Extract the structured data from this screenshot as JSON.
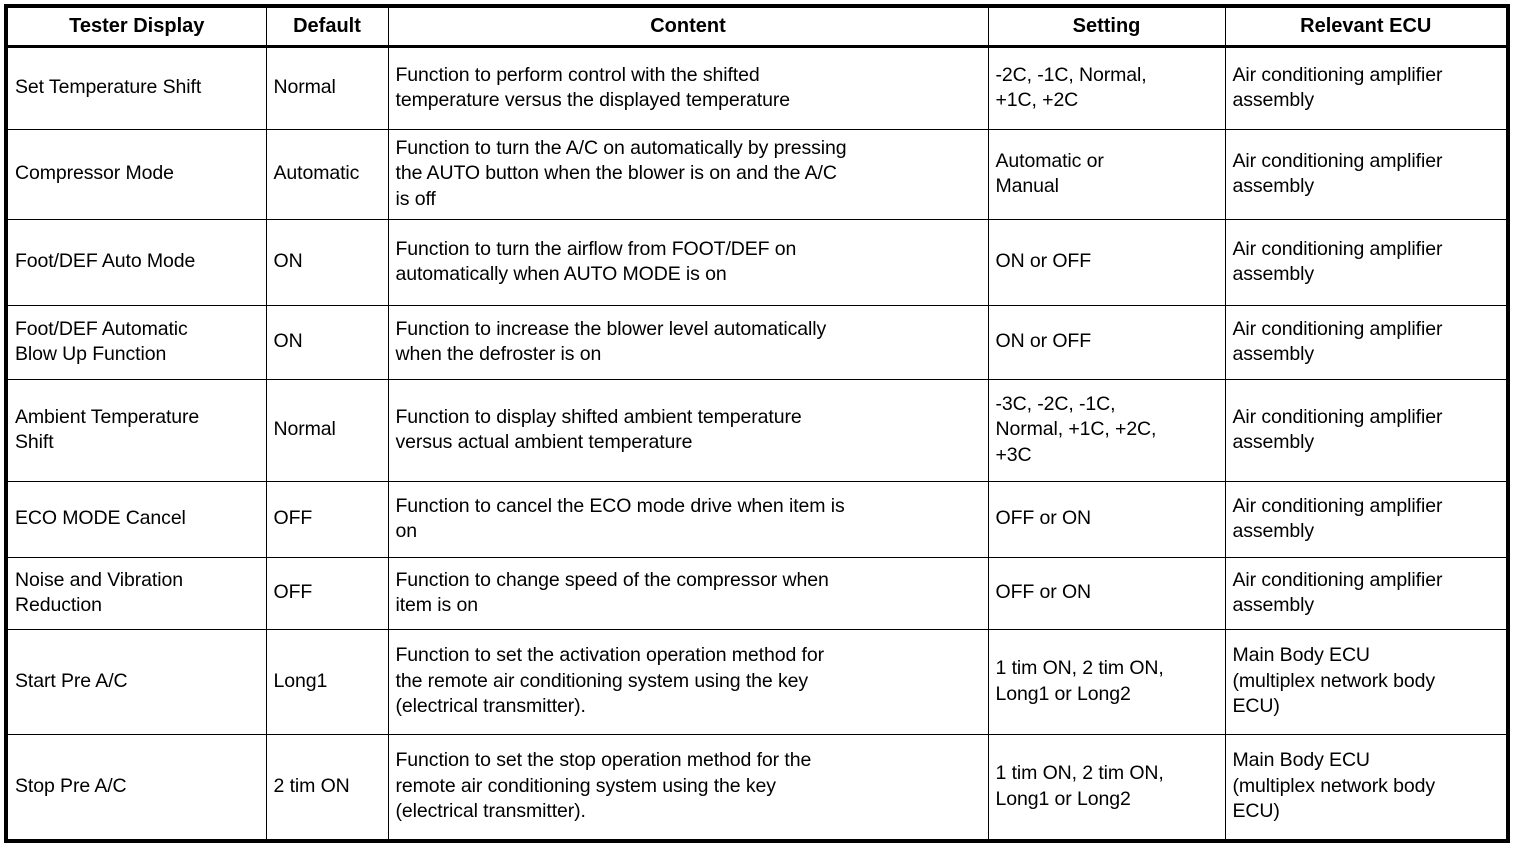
{
  "table": {
    "headers": [
      {
        "label": "Tester Display",
        "key": "display"
      },
      {
        "label": "Default",
        "key": "default"
      },
      {
        "label": "Content",
        "key": "content"
      },
      {
        "label": "Setting",
        "key": "setting"
      },
      {
        "label": "Relevant ECU",
        "key": "ecu"
      }
    ],
    "rows": [
      {
        "display": "Set Temperature Shift",
        "default": "Normal",
        "content": "Function to perform control with the shifted\ntemperature versus the displayed temperature",
        "setting": "-2C, -1C, Normal,\n+1C, +2C",
        "ecu": "Air conditioning amplifier\nassembly"
      },
      {
        "display": "Compressor Mode",
        "default": "Automatic",
        "content": "Function to turn the A/C on automatically by pressing\nthe AUTO button when the blower is on and the A/C\nis off",
        "setting": "Automatic or\nManual",
        "ecu": "Air conditioning amplifier\nassembly"
      },
      {
        "display": "Foot/DEF Auto Mode",
        "default": "ON",
        "content": "Function to turn the airflow from FOOT/DEF on\nautomatically when AUTO MODE is on",
        "setting": "ON or OFF",
        "ecu": "Air conditioning amplifier\nassembly"
      },
      {
        "display": "Foot/DEF Automatic\nBlow Up Function",
        "default": "ON",
        "content": "Function to increase the blower level automatically\nwhen the defroster is on",
        "setting": "ON or OFF",
        "ecu": "Air conditioning amplifier\nassembly"
      },
      {
        "display": "Ambient Temperature\nShift",
        "default": "Normal",
        "content": "Function to display shifted ambient temperature\nversus actual ambient temperature",
        "setting": "-3C, -2C, -1C,\nNormal, +1C, +2C,\n+3C",
        "ecu": "Air conditioning amplifier\nassembly"
      },
      {
        "display": "ECO MODE Cancel",
        "default": "OFF",
        "content": "Function to cancel the ECO mode drive when item is\non",
        "setting": "OFF or ON",
        "ecu": "Air conditioning amplifier\nassembly"
      },
      {
        "display": "Noise and Vibration\nReduction",
        "default": "OFF",
        "content": "Function to change speed of the compressor when\nitem is on",
        "setting": "OFF or ON",
        "ecu": "Air conditioning amplifier\nassembly"
      },
      {
        "display": "Start Pre A/C",
        "default": "Long1",
        "content": "Function to set the activation operation method for\nthe remote air conditioning system using the key\n(electrical transmitter).",
        "setting": "1 tim ON, 2 tim ON,\nLong1 or Long2",
        "ecu": "Main Body ECU\n(multiplex network body\nECU)"
      },
      {
        "display": "Stop Pre A/C",
        "default": "2 tim ON",
        "content": "Function to set the stop operation method for the\nremote air conditioning system using the key\n(electrical transmitter).",
        "setting": "1 tim ON, 2 tim ON,\nLong1 or Long2",
        "ecu": "Main Body ECU\n(multiplex network body\nECU)"
      }
    ]
  }
}
